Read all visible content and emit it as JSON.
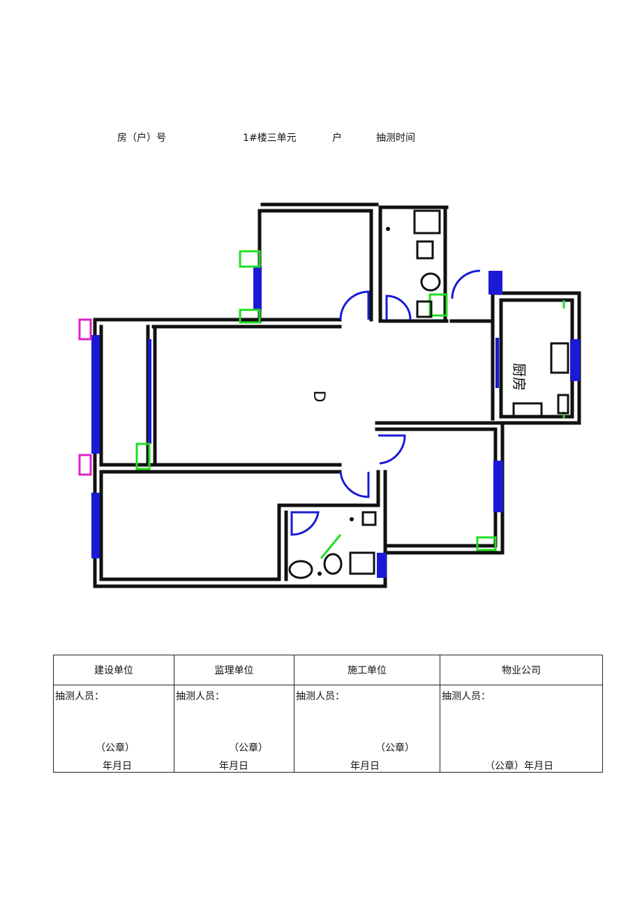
{
  "header": {
    "room_label": "房（户）号",
    "building_unit": "1#楼三单元",
    "household": "户",
    "inspection_time_label": "抽测时间"
  },
  "floor_plan": {
    "living_room_mark": "D",
    "kitchen_label": "厨房"
  },
  "signature_table": {
    "columns": [
      {
        "unit": "建设单位",
        "inspector_label": "抽测人员：",
        "seal": "（公章）",
        "date": "年月日"
      },
      {
        "unit": "监理单位",
        "inspector_label": "抽测人员：",
        "seal": "（公章）",
        "date": "年月日"
      },
      {
        "unit": "施工单位",
        "inspector_label": "抽测人员：",
        "seal": "（公章）",
        "date": "年月日"
      },
      {
        "unit": "物业公司",
        "inspector_label": "抽测人员：",
        "seal_date": "（公章）年月日"
      }
    ]
  },
  "colors": {
    "wall": "#111111",
    "window": "#1a1ad6",
    "door": "#1a1ad6",
    "marker_green": "#22dd22",
    "marker_magenta": "#e020c8"
  }
}
